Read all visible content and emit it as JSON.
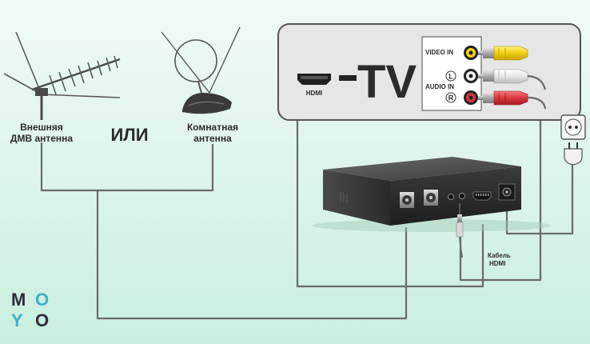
{
  "labels": {
    "outdoor_antenna_line1": "Внешняя",
    "outdoor_antenna_line2": "ДМВ антенна",
    "or_text": "ИЛИ",
    "indoor_antenna_line1": "Комнатная",
    "indoor_antenna_line2": "антенна",
    "tv_title": "TV",
    "tv_hdmi_port": "HDMI",
    "video_in": "VIDEO IN",
    "audio_in": "AUDIO IN",
    "audio_left": "L",
    "audio_right": "R",
    "hdmi_cable_line1": "Кабель",
    "hdmi_cable_line2": "HDMI"
  },
  "logo": {
    "row1": [
      "M",
      "O"
    ],
    "row2": [
      "Y",
      "O"
    ]
  },
  "colors": {
    "background_top": "#eef8f3",
    "background_bottom": "#cdf0e2",
    "tv_panel": "#e8e8e8",
    "cable": "#6a6a6a",
    "rca_yellow": "#f4d21a",
    "rca_white": "#f2f2f2",
    "rca_red": "#d9363e",
    "receiver": "#2c2c2c",
    "logo_teal": "#3fb0c9",
    "logo_dark": "#2d2d3a"
  },
  "icons": {
    "outdoor_antenna": "yagi-antenna-icon",
    "indoor_antenna": "rabbit-ear-antenna-icon",
    "receiver": "set-top-box-icon",
    "power": "power-socket-icon"
  }
}
